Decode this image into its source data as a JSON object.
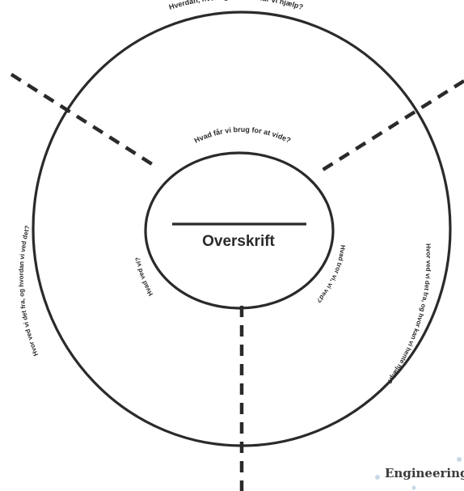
{
  "title": "Overskrift",
  "outer_ring": {
    "top_label": "Hverdan, hver og af hvem får vi hjælp?",
    "left_label": "Hvor ved vi det fra, og hvordan vi ved det?",
    "right_label": "Hvor ved vi det fra, og hvor kan vi hente hjælp?"
  },
  "inner_ring": {
    "top_label": "Hvad får vi brug for at vide?",
    "left_label": "Hvad ved vi?",
    "right_label": "Hvad tror vi, vi ved?"
  },
  "logo": {
    "text": "Engineering"
  },
  "colors": {
    "ink": "#2a2a2a",
    "logo_dots": "#c9d8e6"
  }
}
